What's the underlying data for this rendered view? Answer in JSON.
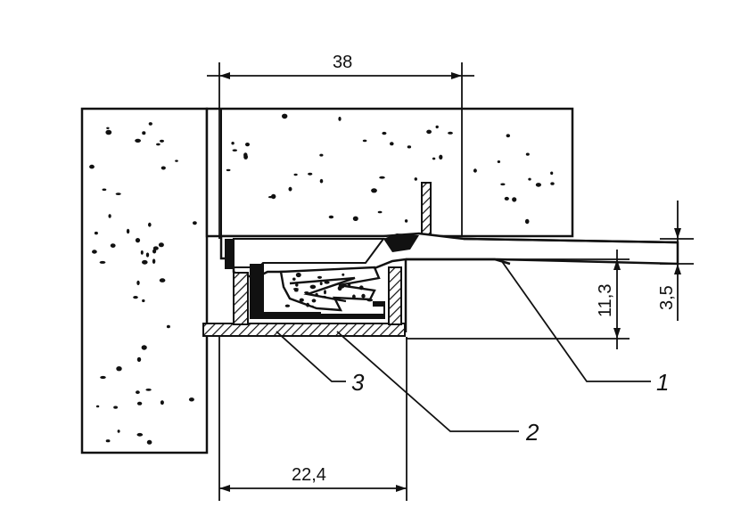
{
  "dimensions": {
    "top_width": "38",
    "bottom_width": "22,4",
    "profile_height": "11,3",
    "step_height": "3,5"
  },
  "callouts": {
    "item_1": "1",
    "item_2": "2",
    "item_3": "3"
  },
  "colors": {
    "ink": "#111111",
    "background": "#ffffff"
  }
}
